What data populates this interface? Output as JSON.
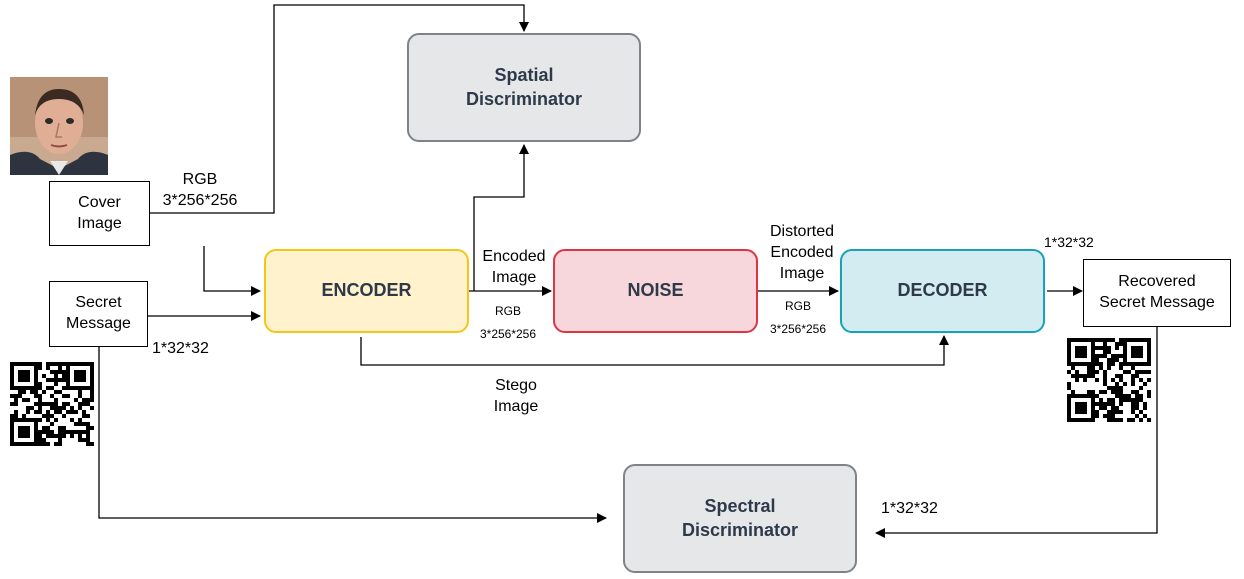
{
  "blocks": {
    "spatial": [
      "Spatial",
      "Discriminator"
    ],
    "encoder": "ENCODER",
    "noise": "NOISE",
    "decoder": "DECODER",
    "spectral": [
      "Spectral",
      "Discriminator"
    ]
  },
  "io": {
    "cover": [
      "Cover",
      "Image"
    ],
    "secret": [
      "Secret",
      "Message"
    ],
    "recovered": [
      "Recovered",
      "Secret Message"
    ]
  },
  "labels": {
    "cover_format": [
      "RGB",
      "3*256*256"
    ],
    "secret_size": "1*32*32",
    "encoded_image": [
      "Encoded",
      "Image"
    ],
    "encoded_format": [
      "RGB",
      "3*256*256"
    ],
    "distorted_image": [
      "Distorted",
      "Encoded",
      "Image"
    ],
    "distorted_format": [
      "RGB",
      "3*256*256"
    ],
    "stego_image": [
      "Stego",
      "Image"
    ],
    "recovered_size": "1*32*32",
    "spectral_size": "1*32*32"
  },
  "colors": {
    "spatial_fill": "#e6e7e9",
    "spatial_border": "#7f8287",
    "encoder_fill": "#fff2cc",
    "encoder_border": "#f5c518",
    "noise_fill": "#f8d7dc",
    "noise_border": "#dc3545",
    "decoder_fill": "#d3ecf2",
    "decoder_border": "#17a2b8",
    "spectral_fill": "#e6e7e9",
    "spectral_border": "#7f8287",
    "arrow": "#000000"
  },
  "icons": {
    "cover_photo": "face-photo",
    "secret_qr": "qr-code",
    "recovered_qr": "qr-code"
  }
}
